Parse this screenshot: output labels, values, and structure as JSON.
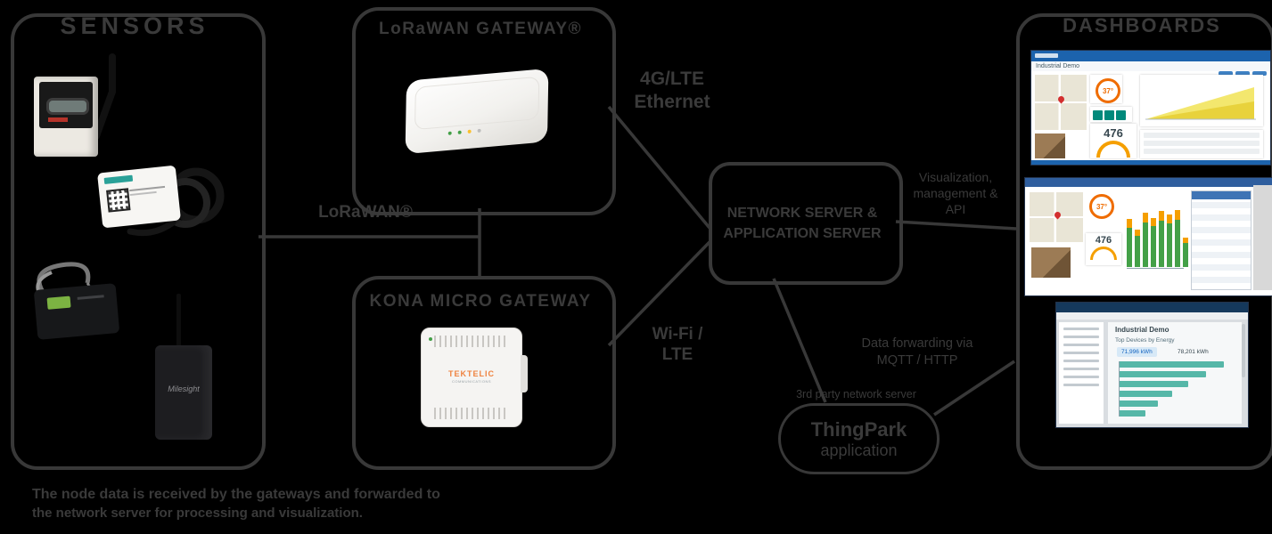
{
  "colors": {
    "outline": "#383838",
    "text": "#3a3a3a",
    "header_blue": "#1c63ad",
    "accent_orange": "#ef6c00",
    "teal": "#00897b"
  },
  "diagram": {
    "sensors_box": {
      "title": "SENSORS"
    },
    "gateway_top_box": {
      "title": "LoRaWAN GATEWAY®"
    },
    "gateway_bottom_box": {
      "title": "KONA MICRO GATEWAY"
    },
    "network_server_box": {
      "line1": "NETWORK SERVER &",
      "line2": "APPLICATION SERVER"
    },
    "dashboards_box": {
      "title": "DASHBOARDS"
    },
    "third_party": {
      "note": "3rd party network server",
      "name": "ThingPark",
      "type": "application"
    },
    "links": {
      "lorawan": "LoRaWAN®",
      "backhaul_top_1": "4G/LTE",
      "backhaul_top_2": "Ethernet",
      "backhaul_bottom_1": "Wi-Fi /",
      "backhaul_bottom_2": "LTE",
      "to_dashboards_1": "Visualization,",
      "to_dashboards_2": "management &",
      "to_dashboards_3": "API",
      "to_third_party_1": "Data forwarding via",
      "to_third_party_2": "MQTT / HTTP"
    },
    "caption": {
      "line1": "The node data is received by the gateways and forwarded to",
      "line2": "the network server for processing and visualization."
    },
    "devices": {
      "gateway_bottom_brand": "TEKTELIC",
      "gateway_bottom_sub": "COMMUNICATIONS",
      "sensor4_brand": "Milesight"
    }
  },
  "screens": {
    "top": {
      "subtitle": "Industrial Demo",
      "temp": "37°",
      "gauge_value": "476"
    },
    "middle": {
      "temp": "37°",
      "gauge_value": "476",
      "bars": {
        "base_color": "#43a047",
        "cap_color": "#f59f00",
        "heights": [
          44,
          35,
          50,
          46,
          52,
          49,
          53,
          27
        ],
        "caps": [
          10,
          7,
          11,
          9,
          11,
          10,
          11,
          6
        ]
      }
    },
    "bottom": {
      "title": "Industrial Demo",
      "heading": "Top Devices by Energy",
      "stat1": "71,996 kWh",
      "stat2": "78,201 kWh",
      "hbars": {
        "color": "#56b7a8",
        "values": [
          118,
          98,
          78,
          60,
          44,
          30
        ]
      }
    }
  }
}
